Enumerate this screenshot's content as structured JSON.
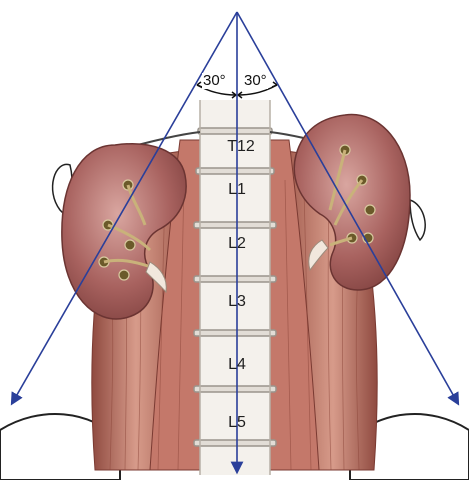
{
  "angles": {
    "left": "30°",
    "right": "30°"
  },
  "vertebrae": [
    "T12",
    "L1",
    "L2",
    "L3",
    "L4",
    "L5"
  ],
  "colors": {
    "guide_line": "#2a3f9a",
    "kidney": "#9c5a5a",
    "kidney_light": "#c98a86",
    "muscle": "#b06a5c",
    "muscle_light": "#d79b8a",
    "bone": "#f4f1ec",
    "bone_shadow": "#c9c3bb",
    "outline": "#222222"
  }
}
